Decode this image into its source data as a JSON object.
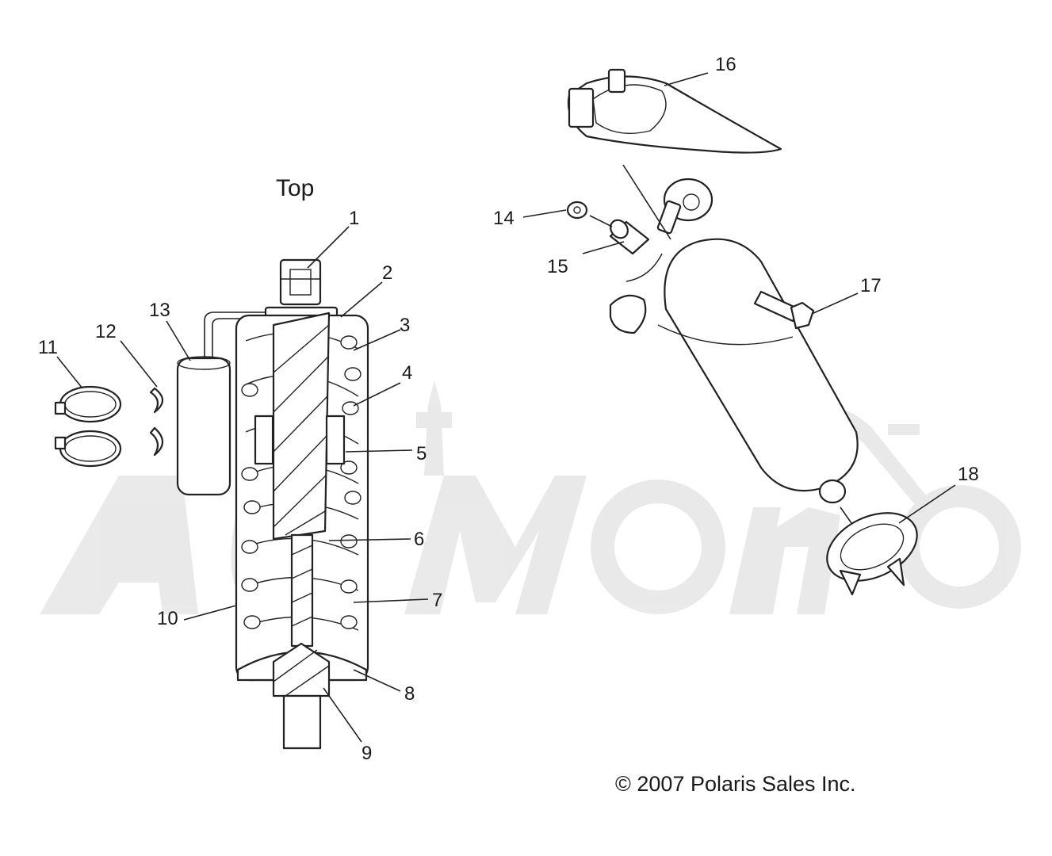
{
  "heading": "Top",
  "copyright": "© 2007 Polaris Sales Inc.",
  "callouts": [
    "1",
    "2",
    "3",
    "4",
    "5",
    "6",
    "7",
    "8",
    "9",
    "10",
    "11",
    "12",
    "13",
    "14",
    "15",
    "16",
    "17",
    "18"
  ]
}
